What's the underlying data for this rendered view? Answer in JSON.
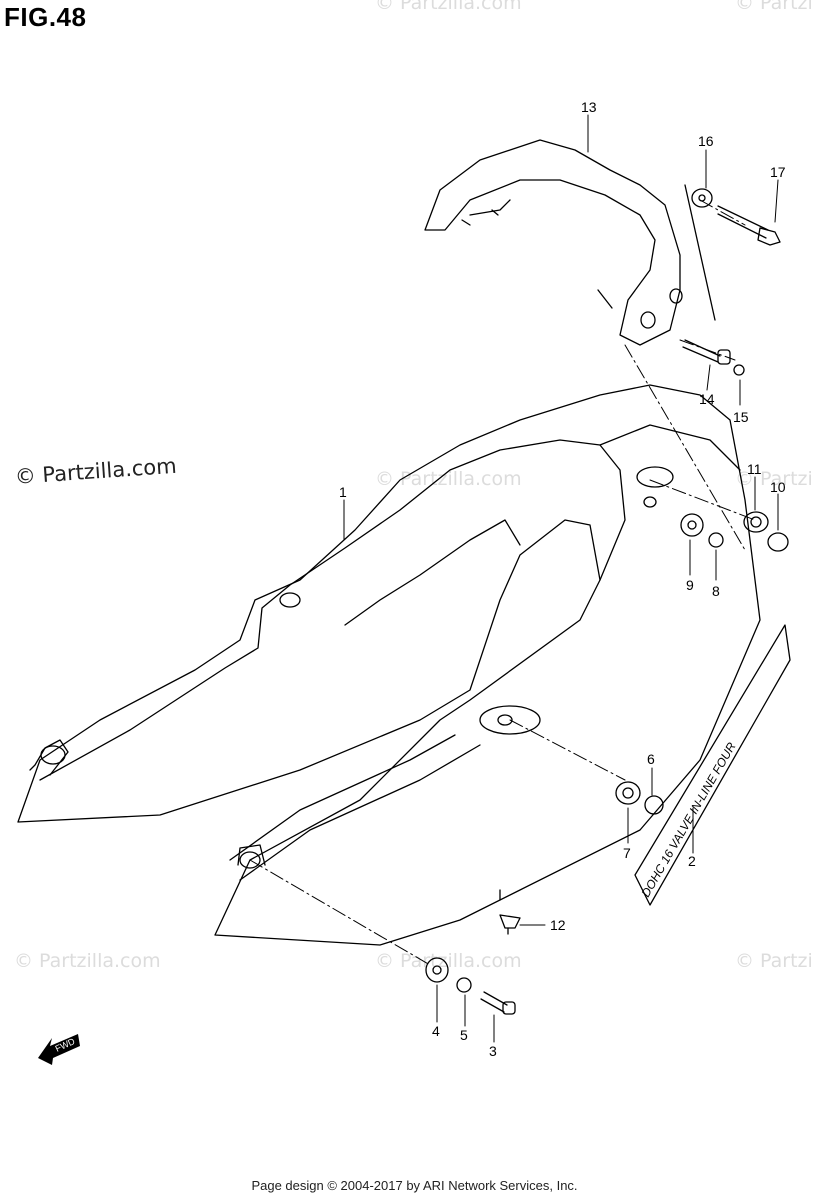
{
  "figure": {
    "title": "FIG.48"
  },
  "watermarks": {
    "main": "© Partzilla.com",
    "faint": "© Partzilla.com",
    "faint_cut": "© Partzi"
  },
  "callouts": {
    "c1": "1",
    "c2": "2",
    "c3": "3",
    "c4": "4",
    "c5": "5",
    "c6": "6",
    "c7": "7",
    "c8": "8",
    "c9": "9",
    "c10": "10",
    "c11": "11",
    "c12": "12",
    "c13": "13",
    "c14": "14",
    "c15": "15",
    "c16": "16",
    "c17": "17"
  },
  "decal_text": "DOHC 16 VALVE IN-LINE FOUR",
  "fwd_label": "FWD",
  "footer": {
    "text": "Page design © 2004-2017 by ARI Network Services, Inc."
  }
}
